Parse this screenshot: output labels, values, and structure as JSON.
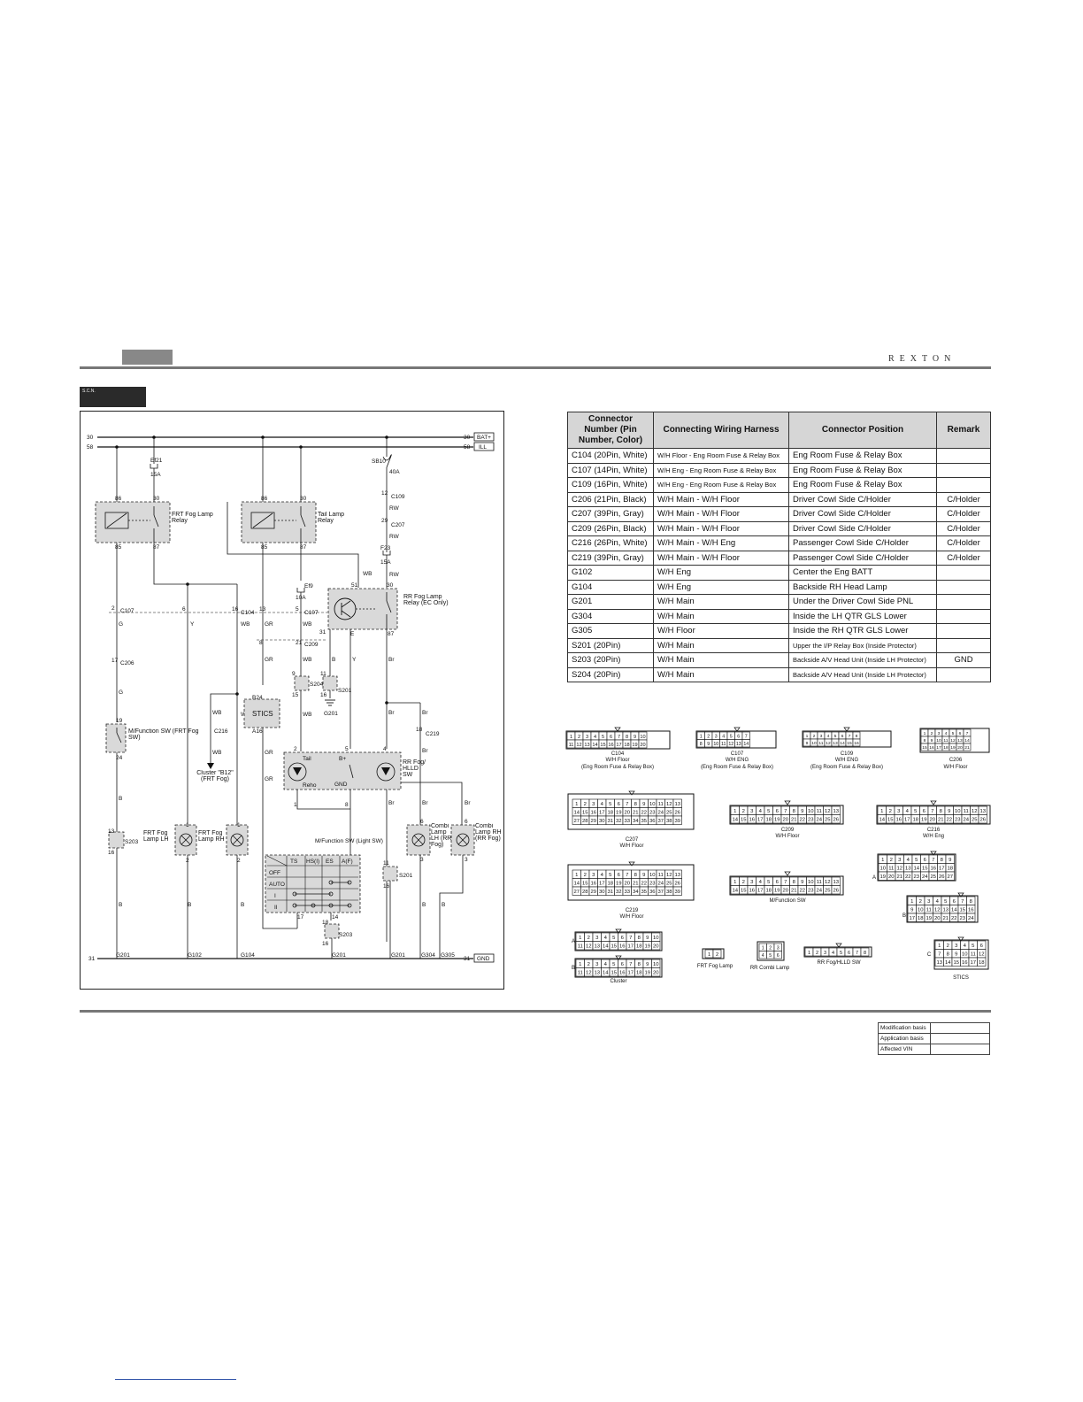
{
  "header": {
    "brand": "REXTON"
  },
  "section_tab": {
    "label": "S.C.N."
  },
  "diagram": {
    "bus": {
      "n30": "30",
      "n58": "58",
      "n31": "31",
      "bat": "BAT+",
      "ill": "ILL",
      "gnd": "GND"
    },
    "fuses": {
      "ef21": "Ef21",
      "ef21_rating": "15A",
      "ef9": "Ef9",
      "ef9_rating": "10A",
      "sb10": "SB10",
      "sb10_rating": "40A",
      "f23": "F23",
      "f23_rating": "15A"
    },
    "relays": {
      "frt_fog": "FRT Fog Lamp Relay",
      "tail": "Tail Lamp Relay",
      "rr_fog": "RR Fog Lamp Relay (EC Only)"
    },
    "pins": {
      "p86": "86",
      "p30": "30",
      "p85": "85",
      "p87": "87",
      "p51": "51",
      "p31": "31",
      "pE": "E"
    },
    "connectors": {
      "c107": "C107",
      "c206": "C206",
      "c104": "C104",
      "c209": "C209",
      "c109": "C109",
      "c207": "C207",
      "c216": "C216",
      "c219": "C219",
      "s204": "S204",
      "s201": "S201",
      "s203": "S203",
      "g201": "G201",
      "g102": "G102",
      "g104": "G104",
      "g304": "G304",
      "g305": "G305",
      "b24": "B24",
      "a16": "A16"
    },
    "wires": {
      "g": "G",
      "y": "Y",
      "wb": "WB",
      "gr": "GR",
      "b": "B",
      "br": "Br",
      "rw": "RW"
    },
    "pin_numbers": {
      "n2": "2",
      "n17": "17",
      "n6": "6",
      "n16": "16",
      "n13": "13",
      "n5": "5",
      "n8": "8",
      "n21": "21",
      "n12": "12",
      "n29": "29",
      "n9": "9",
      "n15": "15",
      "n11": "11",
      "n19": "19",
      "n24": "24",
      "n1": "1",
      "n4": "4",
      "n3": "3",
      "n14": "14",
      "n18": "18"
    },
    "components": {
      "mfs": "M/Function SW (FRT Fog SW)",
      "stics": "STICS",
      "cluster": "Cluster \"B12\" (FRT Fog)",
      "fog_lh": "FRT Fog Lamp LH",
      "fog_rh": "FRT Fog Lamp RH",
      "comb_lh": "Combi Lamp LH (RR Fog)",
      "comb_rh": "Combi Lamp RH (RR Fog)",
      "hlld": "RR Fog/ HLLD SW",
      "tail": "Tail",
      "reho": "Reho",
      "bplus": "B+",
      "gnd": "GND"
    },
    "light_sw": {
      "title": "M/Function SW (Light SW)",
      "headers": [
        "TS",
        "HS(I)",
        "ES",
        "A(F)"
      ],
      "rows": [
        "OFF",
        "AUTO",
        "I",
        "II"
      ]
    }
  },
  "connector_table": {
    "headers": [
      "Connector Number (Pin Number, Color)",
      "Connecting Wiring Harness",
      "Connector Position",
      "Remark"
    ],
    "rows": [
      [
        "C104 (20Pin, White)",
        "W/H Floor - Eng Room Fuse & Relay Box",
        "Eng Room Fuse & Relay Box",
        ""
      ],
      [
        "C107 (14Pin, White)",
        "W/H Eng - Eng Room Fuse & Relay Box",
        "Eng Room Fuse & Relay Box",
        ""
      ],
      [
        "C109 (16Pin, White)",
        "W/H Eng - Eng Room Fuse & Relay Box",
        "Eng Room Fuse & Relay Box",
        ""
      ],
      [
        "C206 (21Pin, Black)",
        "W/H Main - W/H Floor",
        "Driver Cowl Side C/Holder",
        "C/Holder"
      ],
      [
        "C207 (39Pin, Gray)",
        "W/H Main - W/H Floor",
        "Driver Cowl Side C/Holder",
        "C/Holder"
      ],
      [
        "C209 (26Pin, Black)",
        "W/H Main - W/H Floor",
        "Driver Cowl Side C/Holder",
        "C/Holder"
      ],
      [
        "C216 (26Pin, White)",
        "W/H Main - W/H Eng",
        "Passenger Cowl Side C/Holder",
        "C/Holder"
      ],
      [
        "C219 (39Pin, Gray)",
        "W/H Main - W/H Floor",
        "Passenger Cowl Side C/Holder",
        "C/Holder"
      ],
      [
        "G102",
        "W/H Eng",
        "Center the Eng BATT",
        ""
      ],
      [
        "G104",
        "W/H Eng",
        "Backside RH Head Lamp",
        ""
      ],
      [
        "G201",
        "W/H Main",
        "Under the Driver Cowl Side PNL",
        ""
      ],
      [
        "G304",
        "W/H Main",
        "Inside the LH QTR GLS Lower",
        ""
      ],
      [
        "G305",
        "W/H Floor",
        "Inside the RH QTR GLS Lower",
        ""
      ],
      [
        "S201 (20Pin)",
        "W/H Main",
        "Upper the I/P Relay Box (Inside Protector)",
        ""
      ],
      [
        "S203 (20Pin)",
        "W/H Main",
        "Backside A/V Head Unit (Inside LH Protector)",
        "GND"
      ],
      [
        "S204 (20Pin)",
        "W/H Main",
        "Backside A/V Head Unit (Inside LH Protector)",
        ""
      ]
    ]
  },
  "connector_views": {
    "c104": {
      "name": "C104",
      "sub": "W/H Floor",
      "sub2": "(Eng Room Fuse & Relay Box)"
    },
    "c107": {
      "name": "C107",
      "sub": "W/H ENG",
      "sub2": "(Eng Room Fuse & Relay Box)"
    },
    "c109": {
      "name": "C109",
      "sub": "W/H ENG",
      "sub2": "(Eng Room Fuse & Relay Box)"
    },
    "c206": {
      "name": "C206",
      "sub": "W/H Floor"
    },
    "c207": {
      "name": "C207",
      "sub": "W/H Floor"
    },
    "c209": {
      "name": "C209",
      "sub": "W/H Floor"
    },
    "c216": {
      "name": "C216",
      "sub": "W/H Eng"
    },
    "c219": {
      "name": "C219",
      "sub": "W/H Floor"
    },
    "mfs": {
      "name": "M/Function SW"
    },
    "cluster": {
      "name": "Cluster",
      "row_a": "A",
      "row_b": "B"
    },
    "frt_fog": {
      "name": "FRT Fog Lamp"
    },
    "rr_combi": {
      "name": "RR Combi Lamp"
    },
    "rr_fog_sw": {
      "name": "RR Fog/HLLD SW"
    },
    "stics": {
      "name": "STICS",
      "row_a": "A",
      "row_b": "B",
      "row_c": "C"
    }
  },
  "info_table": {
    "rows": [
      "Modification basis",
      "Application basis",
      "Affected VIN"
    ]
  }
}
